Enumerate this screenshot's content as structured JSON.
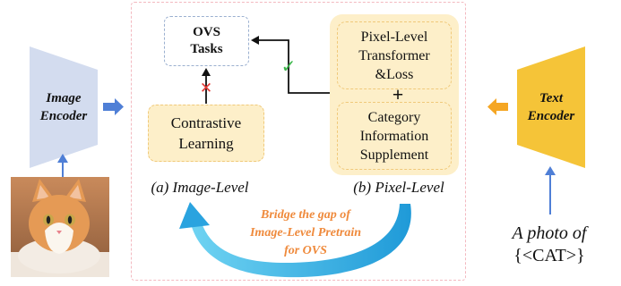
{
  "image_encoder": {
    "line1": "Image",
    "line2": "Encoder"
  },
  "text_encoder": {
    "line1": "Text",
    "line2": "Encoder"
  },
  "ovs_tasks": {
    "line1": "OVS",
    "line2": "Tasks"
  },
  "contrastive": {
    "line1": "Contrastive",
    "line2": "Learning"
  },
  "pixel_top": {
    "line1": "Pixel-Level",
    "line2": "Transformer",
    "line3": "&Loss"
  },
  "plus": "+",
  "pixel_bottom": {
    "line1": "Category",
    "line2": "Information",
    "line3": "Supplement"
  },
  "labels": {
    "image_level": "(a) Image-Level",
    "pixel_level": "(b) Pixel-Level"
  },
  "bridge": {
    "line1": "Bridge the gap of",
    "line2": "Image-Level Pretrain",
    "line3": "for OVS"
  },
  "caption": {
    "line1": "A photo of",
    "line2": "{<CAT>}"
  },
  "marks": {
    "cross": "✕",
    "check": "✓"
  },
  "colors": {
    "encoder_blue": "#d3dcef",
    "encoder_gold": "#f5c438",
    "box_fill": "#fdefc9",
    "arrow_blue": "#4f7fd6",
    "arrow_orange": "#f5a623",
    "bridge_text": "#ef8a3c",
    "cross": "#e53935",
    "check": "#3bb54a",
    "frame": "#f3b9c0"
  }
}
